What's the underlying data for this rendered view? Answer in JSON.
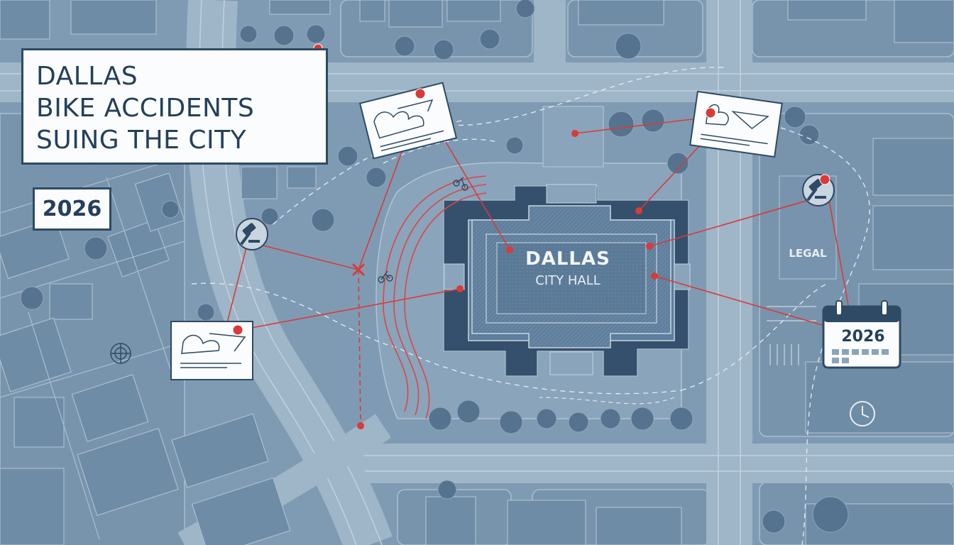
{
  "title": {
    "line1": "DALLAS",
    "line2": "BIKE ACCIDENTS",
    "line3": "SUING THE CITY"
  },
  "year_badge": "2026",
  "city_hall": {
    "name": "DALLAS",
    "subtitle": "CITY HALL"
  },
  "legal_building": {
    "label": "LEGAL"
  },
  "calendar": {
    "year": "2026"
  },
  "icons": [
    "gavel-icon",
    "bicycle-icon",
    "calendar-icon",
    "clock-icon",
    "cross-mark-icon",
    "pushpin-icon",
    "accident-sketch-icon"
  ],
  "colors": {
    "map_base": "#7f9bb3",
    "road": "#9cb3c7",
    "building": "#6f8ca6",
    "city_hall": "#35506c",
    "city_hall_roof": "#5d7e9c",
    "tree": "#55738f",
    "accent_red": "#d93a3a",
    "card": "#fbfcfd",
    "ink": "#24405c"
  }
}
